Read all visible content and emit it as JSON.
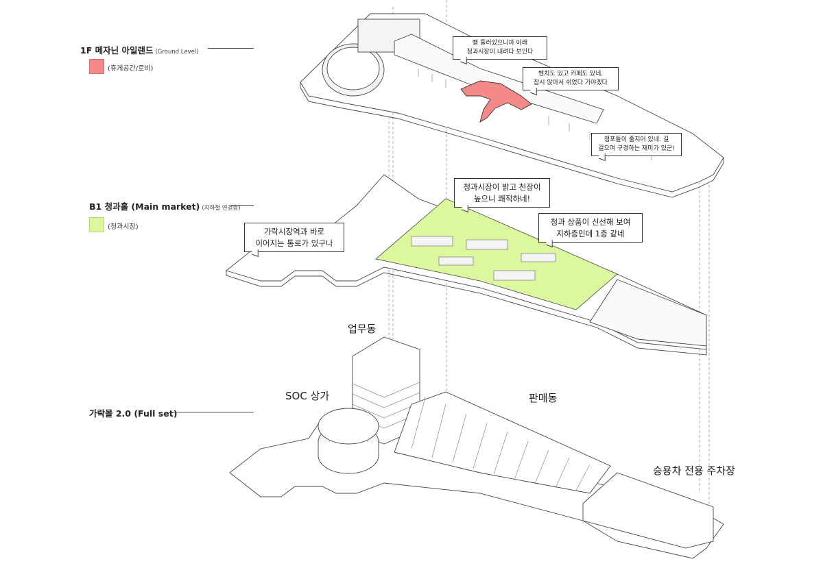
{
  "legend": {
    "level1": {
      "title": "1F 메자닌 아일랜드",
      "subtitle": "(Ground Level)",
      "swatch_label": "(휴게공간/로비)",
      "swatch_color": "#f38a88"
    },
    "level2": {
      "title": "B1 청과홀 (Main market)",
      "subtitle": "(지하철 연결층)",
      "swatch_label": "(청과시장)",
      "swatch_color": "#dcf79e"
    },
    "level3": {
      "title": "가락몰 2.0 (Full set)"
    }
  },
  "bubbles": {
    "b1": [
      "삥 둘러있으니까 아래",
      "청과시장이 내려다 보인다"
    ],
    "b2": [
      "벤치도 있고 카페도 있네.",
      "잠시 앉아서 쉬었다 가야겠다"
    ],
    "b3": [
      "점포들이 줄지어 있네. 길",
      "걸으며 구경하는 재미가 있군!"
    ],
    "b4": [
      "청과시장이 밝고 천장이",
      "높으니 쾌적하네!"
    ],
    "b5": [
      "청과 상품이 신선해 보여",
      "지하층인데 1층 같네"
    ],
    "b6": [
      "가락시장역과 바로",
      "이어지는 통로가 있구나"
    ]
  },
  "buildings": {
    "office": "업무동",
    "soc": "SOC 상가",
    "retail": "판매동",
    "parking": "승용차 전용 주차장"
  },
  "colors": {
    "red": "#f38a88",
    "green": "#dcf79e",
    "line": "#555555"
  }
}
